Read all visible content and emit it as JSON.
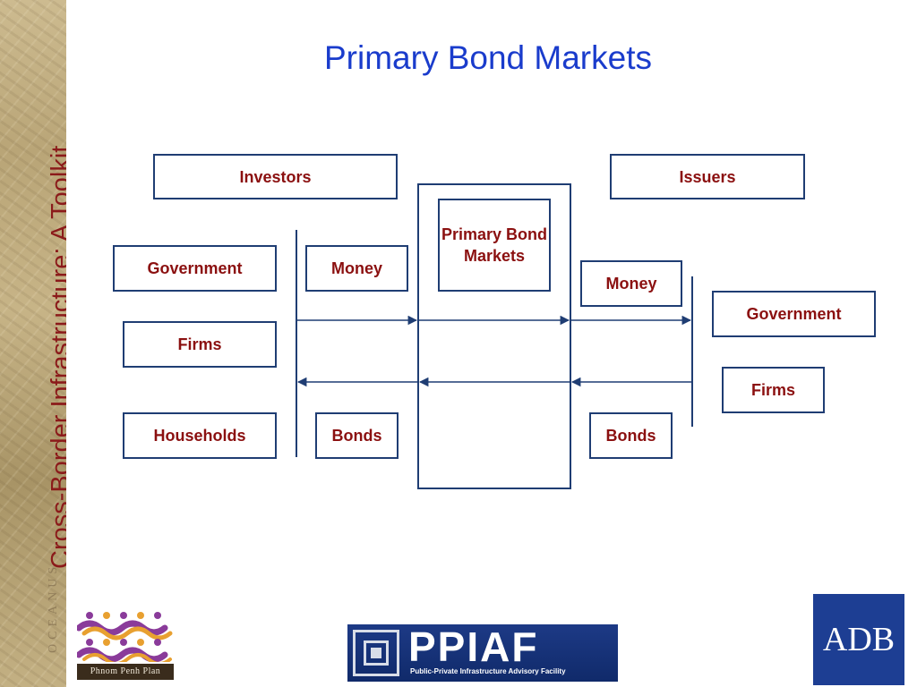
{
  "sidebar": {
    "title": "Cross-Border Infrastructure: A Toolkit",
    "map_text": "OCEANUS"
  },
  "title": "Primary Bond Markets",
  "diagram": {
    "investors": "Investors",
    "issuers": "Issuers",
    "market": "Primary Bond Markets",
    "investor_types": [
      "Government",
      "Firms",
      "Households"
    ],
    "issuer_types": [
      "Government",
      "Firms"
    ],
    "left_money": "Money",
    "left_bonds": "Bonds",
    "right_money": "Money",
    "right_bonds": "Bonds"
  },
  "logos": {
    "phnom_penh_plan": "Phnom Penh Plan",
    "ppiaf": "PPIAF",
    "ppiaf_sub": "Public-Private Infrastructure Advisory Facility",
    "adb": "ADB"
  },
  "colors": {
    "title": "#1a3ccc",
    "box_text": "#8b1010",
    "box_border": "#1f3d73",
    "sidebar_text": "#8b1a1a",
    "adb_bg": "#1d3e93",
    "ppiaf_bg": "#1d3a86"
  }
}
